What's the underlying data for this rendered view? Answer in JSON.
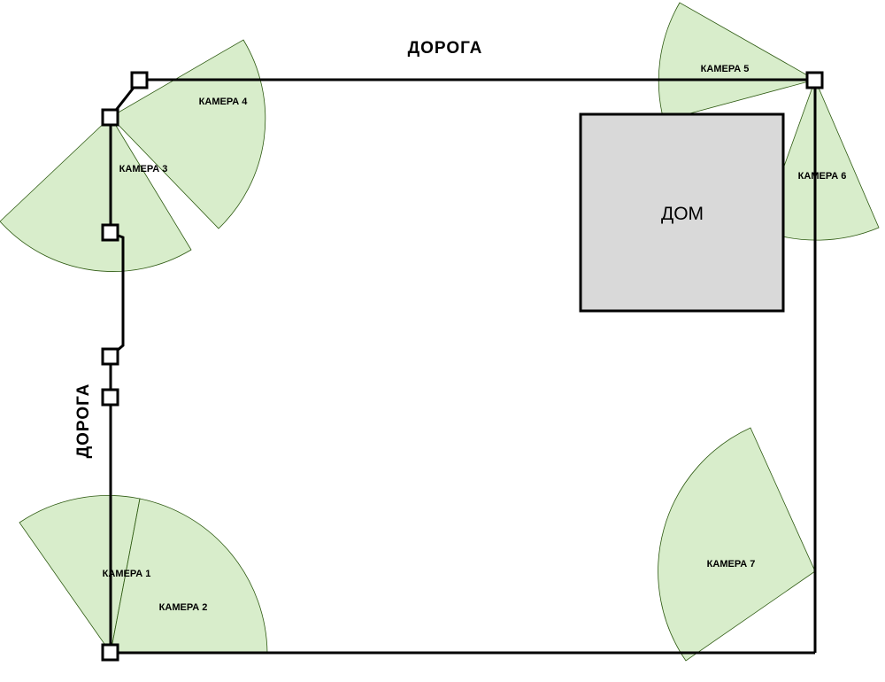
{
  "labels": {
    "road_top": "ДОРОГА",
    "road_left": "ДОРОГА",
    "house": "ДОМ"
  },
  "cameras": [
    {
      "id": 1,
      "label": "КАМЕРА 1"
    },
    {
      "id": 2,
      "label": "КАМЕРА 2"
    },
    {
      "id": 3,
      "label": "КАМЕРА 3"
    },
    {
      "id": 4,
      "label": "КАМЕРА 4"
    },
    {
      "id": 5,
      "label": "КАМЕРА 5"
    },
    {
      "id": 6,
      "label": "КАМЕРА 6"
    },
    {
      "id": 7,
      "label": "КАМЕРА 7"
    }
  ],
  "colors": {
    "camera_zone": "#a9d78c",
    "house_fill": "#d9d9d9",
    "outline": "#000000"
  }
}
